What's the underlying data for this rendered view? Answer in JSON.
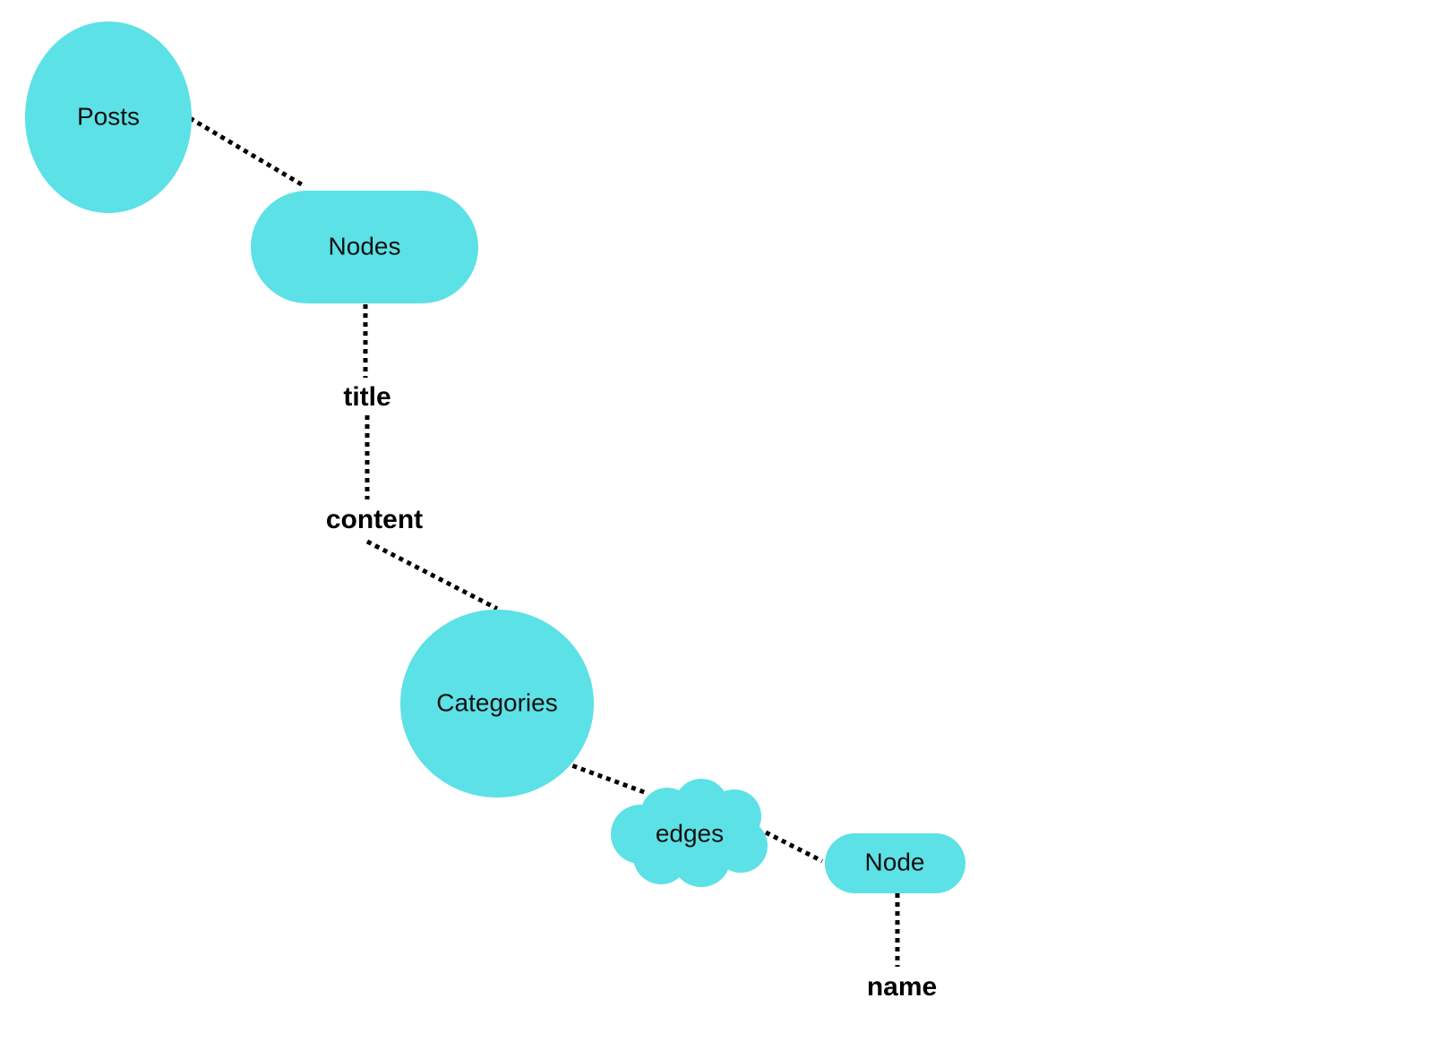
{
  "diagram": {
    "fill_color": "#5ce1e6",
    "line_color": "#000000",
    "nodes": {
      "posts": "Posts",
      "nodes": "Nodes",
      "categories": "Categories",
      "edges": "edges",
      "node": "Node"
    },
    "fields": {
      "title": "title",
      "content": "content",
      "name": "name"
    }
  }
}
